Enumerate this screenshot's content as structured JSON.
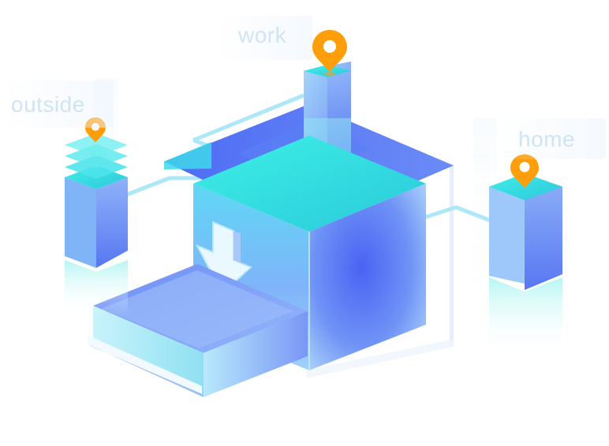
{
  "labels": {
    "outside": "outside",
    "work": "work",
    "home": "home"
  },
  "icons": {
    "pin": "location-pin-icon",
    "download": "down-arrow-icon"
  },
  "colors": {
    "pin": "#ff9e0b",
    "pin_inner": "#ffffff",
    "label_text": "#cfe4f4",
    "cube_top": "#34e2df",
    "cube_side": "#5b7ff5",
    "accent_blue": "#4a6cf7",
    "link": "#9fdcf5"
  }
}
